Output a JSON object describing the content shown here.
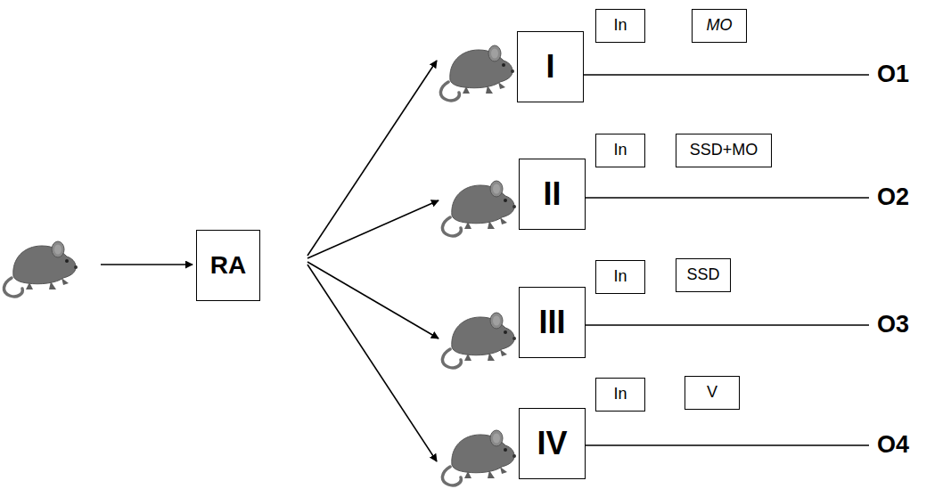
{
  "diagram": {
    "nodes": [
      {
        "text": [
          "RA"
        ]
      },
      {
        "text": [
          "I"
        ]
      },
      {
        "text": [
          "In"
        ]
      },
      {
        "text": [
          "MO"
        ]
      },
      {
        "text": [
          "II"
        ]
      },
      {
        "text": [
          "In"
        ]
      },
      {
        "text": [
          "SSD+MO"
        ]
      },
      {
        "text": [
          "III"
        ]
      },
      {
        "text": [
          "In"
        ]
      },
      {
        "text": [
          "SSD"
        ]
      },
      {
        "text": [
          "IV"
        ]
      },
      {
        "text": [
          "In"
        ]
      },
      {
        "text": [
          "V"
        ]
      }
    ],
    "labels": [
      "O1",
      "O2",
      "O3",
      "O4"
    ]
  }
}
